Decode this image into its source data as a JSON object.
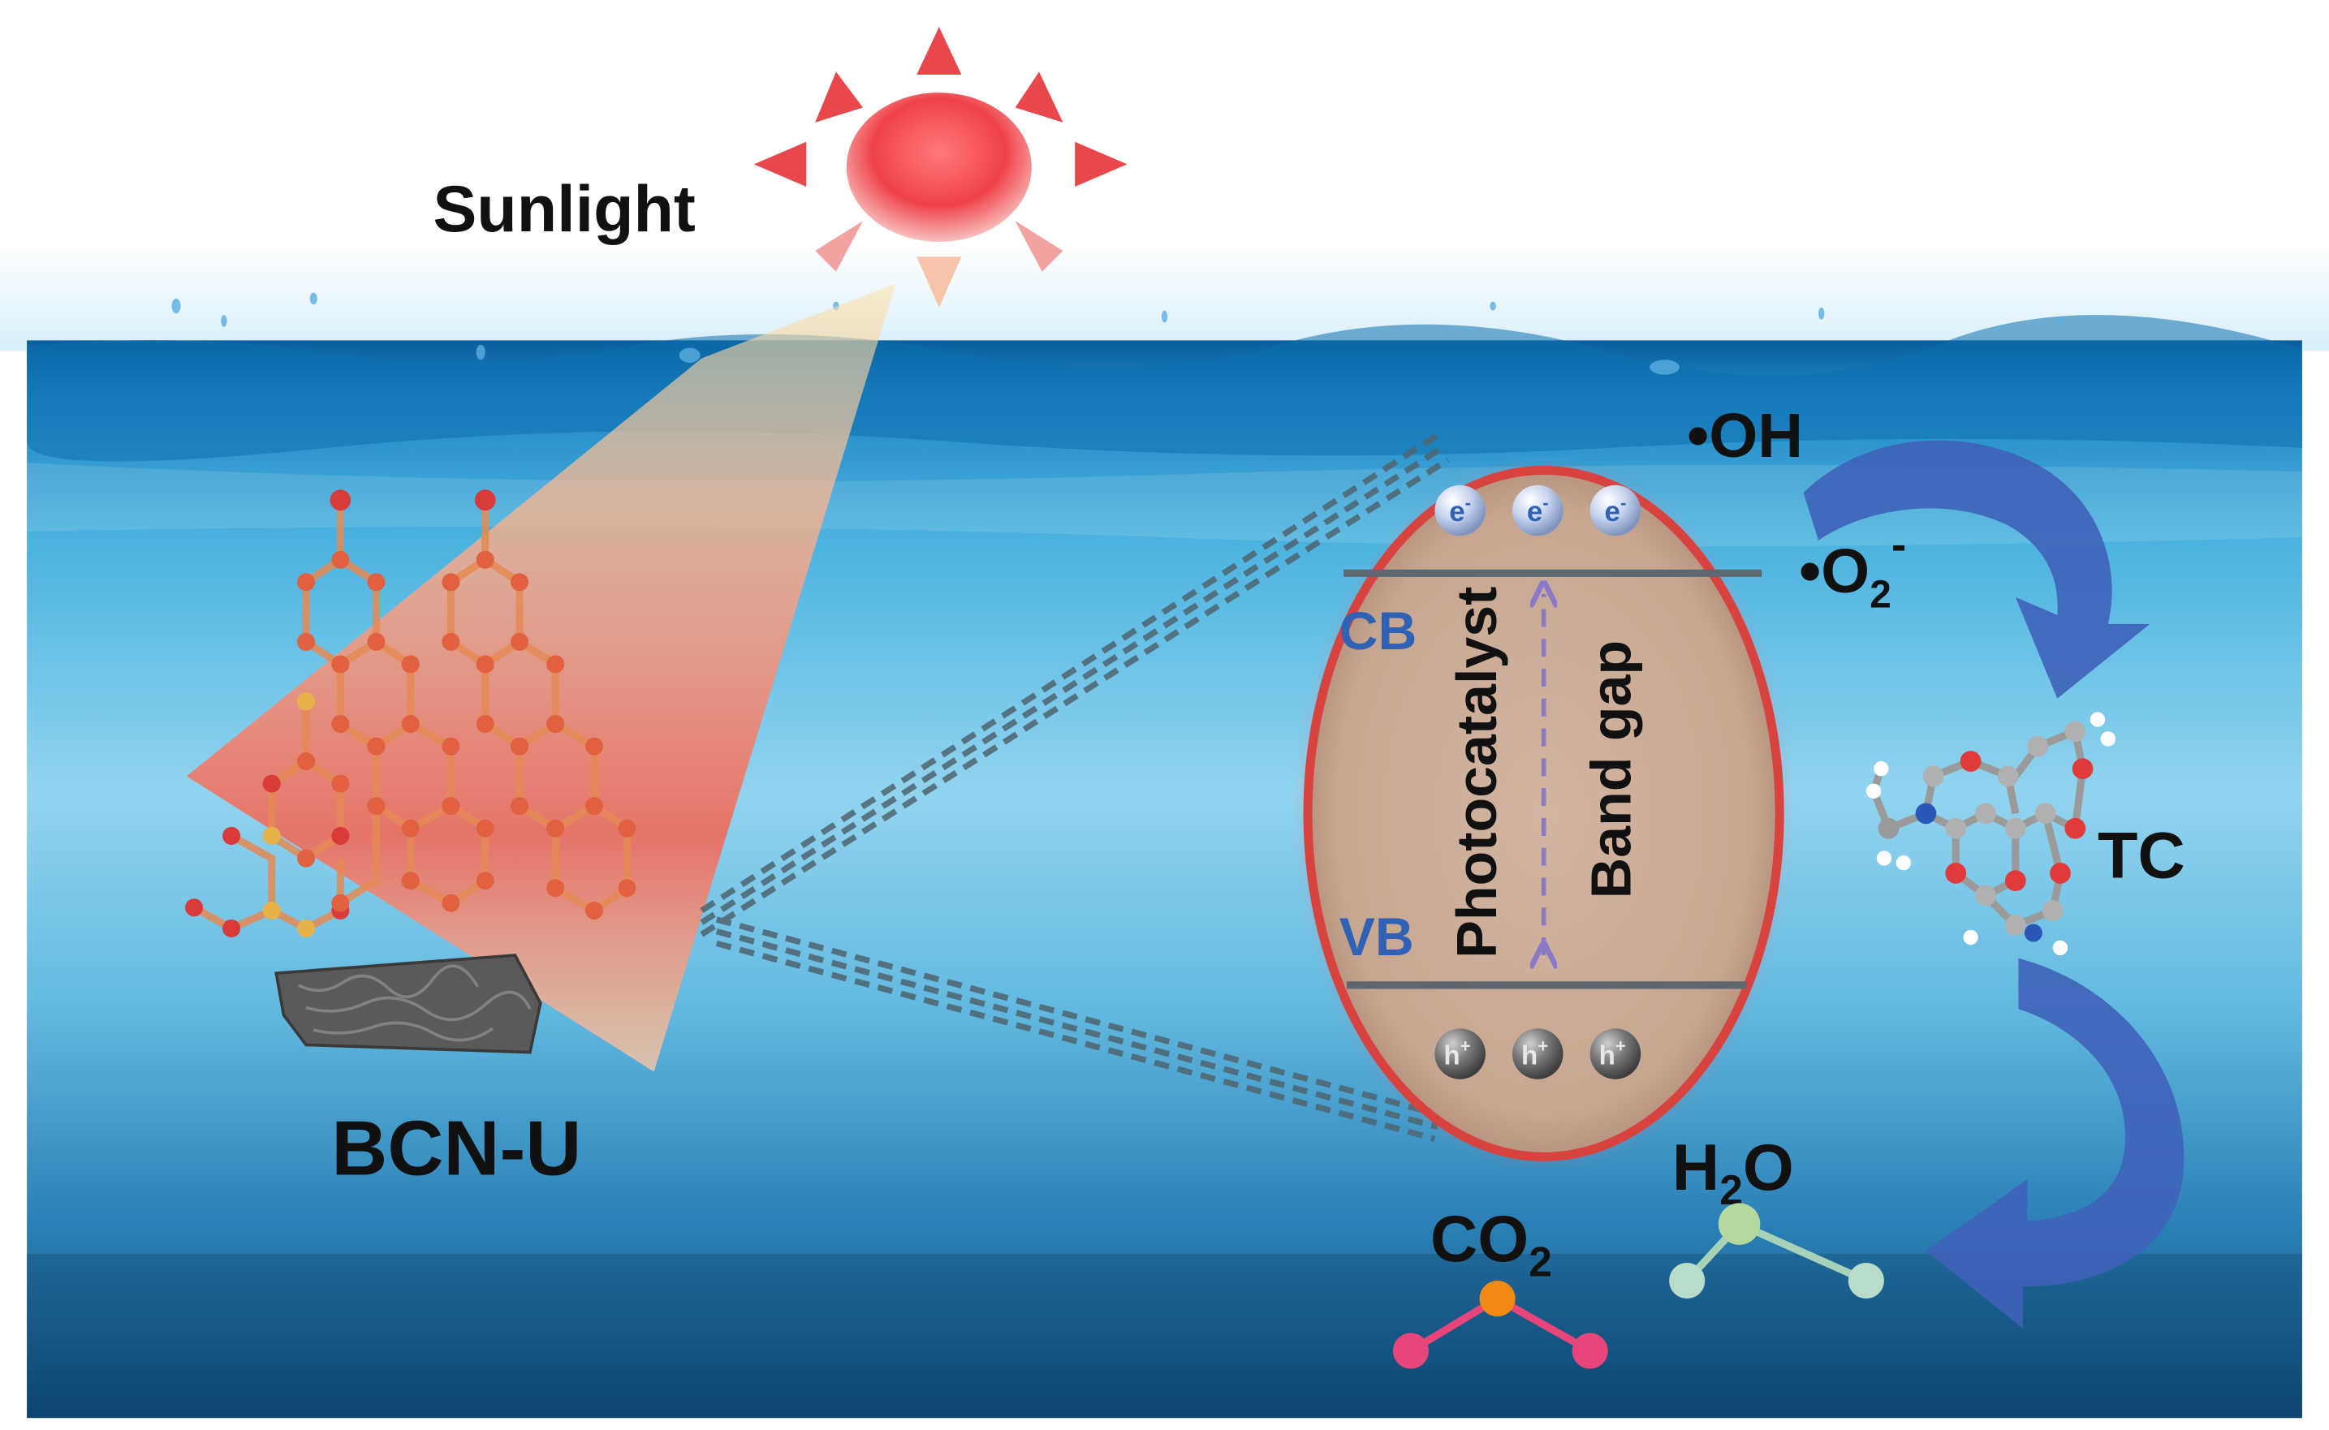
{
  "labels": {
    "sunlight": "Sunlight",
    "material": "BCN-U",
    "hydroxyl": "•OH",
    "superoxide": "•O",
    "superoxide_sub": "2",
    "superoxide_sup": "-",
    "pollutant": "TC",
    "water": "H",
    "water_sub": "2",
    "water_tail": "O",
    "carbon_dioxide": "CO",
    "carbon_dioxide_sub": "2",
    "conduction_band": "CB",
    "valence_band": "VB",
    "photocatalyst": "Photocatalyst",
    "band_gap": "Band gap",
    "electron": "e",
    "electron_sup": "-",
    "hole": "h",
    "hole_sup": "+"
  },
  "colors": {
    "sky": "#ffffff",
    "water_surface": "#1f86c4",
    "water_mid": "#8fd2ee",
    "water_deep": "#0f4d79",
    "sun": "#f0464a",
    "sun_rays": "#e8484c",
    "beam": "#f05a4a",
    "catalyst_fill": "#c9ab97",
    "catalyst_border": "#d8423f",
    "band_text": "#2f62b5",
    "arrow_blue": "#3f62b8",
    "band_gap_arrow": "#8a79c7",
    "electron": "#c9d6ef",
    "hole": "#707070",
    "co2_carbon": "#f08a13",
    "co2_oxygen": "#e8457a",
    "water_atoms": "#a8d2b8"
  },
  "icons": [
    "sun-icon",
    "sunlight-beam",
    "bcn-lattice-icon",
    "bcn-sheet-icon",
    "photocatalyst-particle",
    "tc-molecule-icon",
    "co2-molecule-icon",
    "h2o-molecule-icon",
    "curved-arrow-icon"
  ]
}
